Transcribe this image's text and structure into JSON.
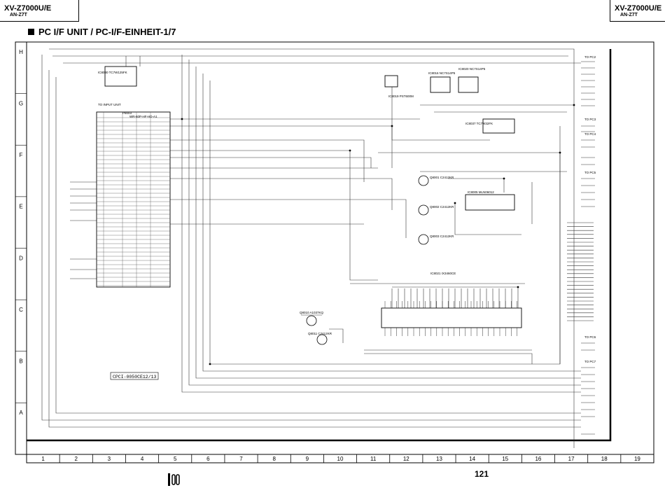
{
  "header": {
    "model_left": "XV-Z7000U/E",
    "sub_left": "AN-Z7T",
    "model_right": "XV-Z7000U/E",
    "sub_right": "AN-Z7T"
  },
  "title": "PC I/F UNIT / PC-I/F-EINHEIT-1/7",
  "page_number": "121",
  "grid": {
    "rows": [
      "H",
      "G",
      "F",
      "E",
      "D",
      "C",
      "B",
      "A"
    ],
    "columns": [
      "1",
      "2",
      "3",
      "4",
      "5",
      "6",
      "7",
      "8",
      "9",
      "10",
      "11",
      "12",
      "13",
      "14",
      "15",
      "16",
      "17",
      "18",
      "19"
    ]
  },
  "schematic": {
    "stamp": "CPCI-0050CE12/13",
    "ic_labels": [
      "IC8030 TC7W125FK",
      "IC8016 NC7S14P5",
      "IC8020 NC7S14P5",
      "IC8019 PST600M",
      "IC8037 TC7W32FK",
      "IC8005 MLN06012",
      "IC8021 IX3460CE",
      "Q8001 C2412KR",
      "Q8002 C2412KR",
      "Q8003 C2412KR",
      "Q8010 A1037KQ",
      "Q8011 C2412KR"
    ],
    "connector_title": "TO INPUT UNIT",
    "connector_ref": "P8003",
    "connector_model": "WR-60P-HF-HD-A1",
    "to_labels": [
      "TO PC2",
      "TO PC3",
      "TO PC4",
      "TO PC5",
      "TO PC6",
      "TO PC7"
    ]
  }
}
